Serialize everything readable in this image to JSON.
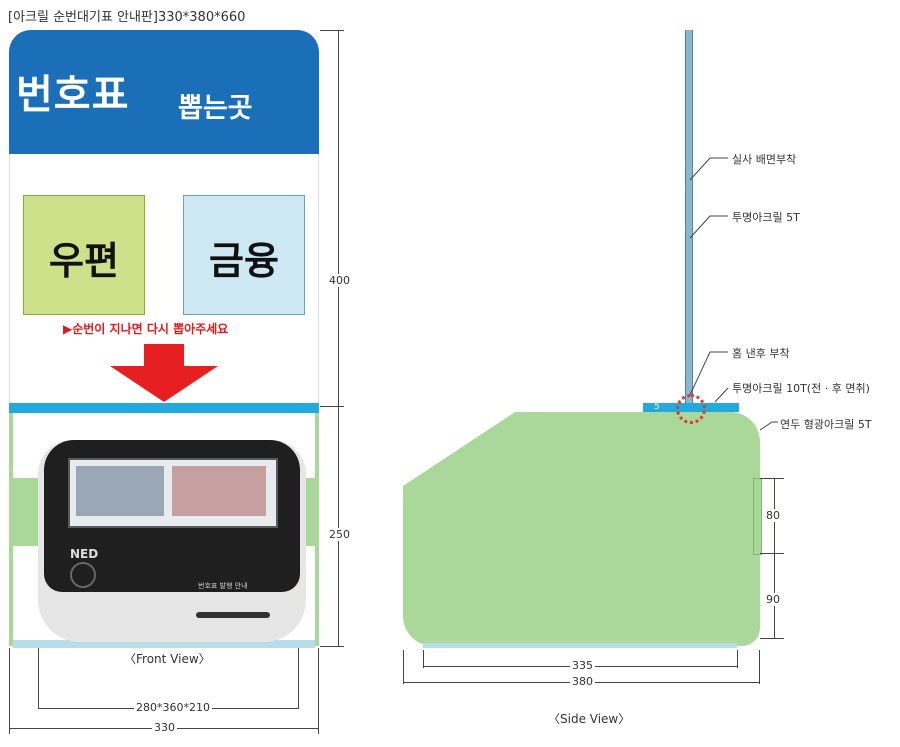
{
  "title": "[아크릴 순번대기표 안내판]330*380*660",
  "sign": {
    "banner_main": "번호표",
    "banner_sub": "뽑는곳",
    "box_post": "우편",
    "box_finance": "금융",
    "notice": "▶순번이 지나면 다시 뽑아주세요"
  },
  "kiosk": {
    "logo": "NED",
    "panel_text": "번호표 발행 안내"
  },
  "front_view": {
    "label": "〈Front View〉",
    "dim_400": "400",
    "dim_250": "250",
    "dim_device": "280*360*210",
    "dim_width": "330"
  },
  "side_view": {
    "label": "〈Side View〉",
    "note_print": "실사 배면부착",
    "note_acrylic5": "투명아크릴 5T",
    "note_groove": "홈 낸후 부착",
    "note_acrylic10": "투명아크릴 10T(전 · 후 면취)",
    "note_base": "연두 형광아크릴 5T",
    "dim_80": "80",
    "dim_90": "90",
    "dim_335": "335",
    "dim_380": "380",
    "dim_5": "5"
  },
  "colors": {
    "banner_blue": "#1a6fb8",
    "accent_cyan": "#22aadf",
    "base_green": "#a9d89a",
    "arrow_red": "#e62020"
  }
}
